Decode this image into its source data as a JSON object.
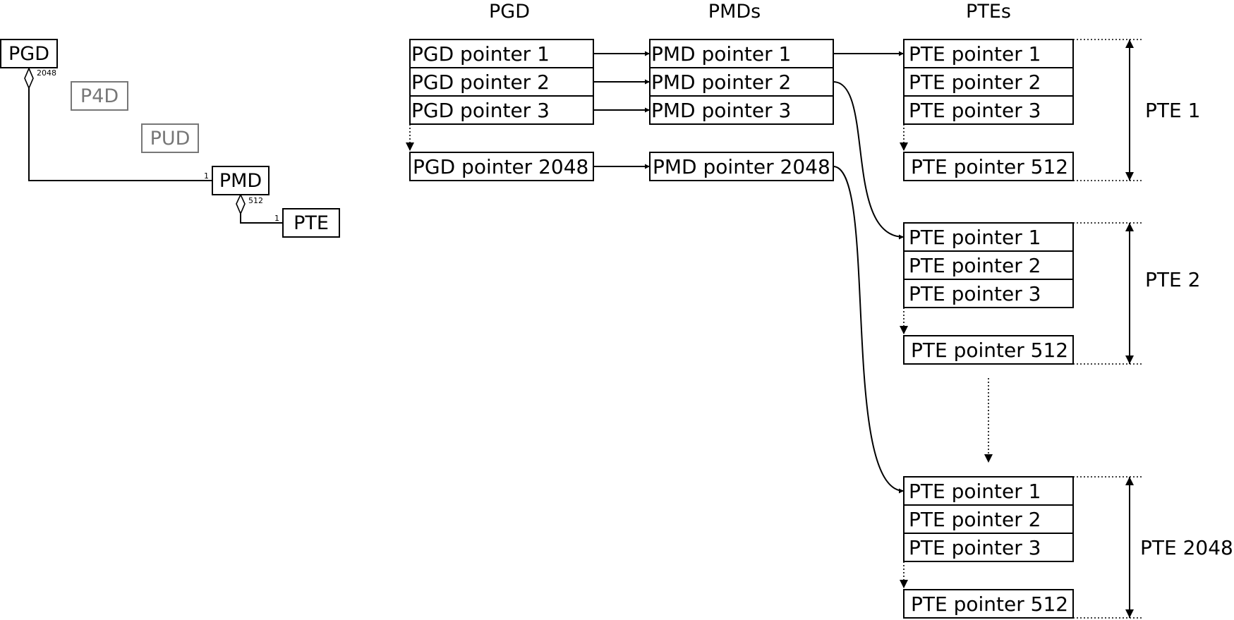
{
  "uml": {
    "pgd": "PGD",
    "p4d": "P4D",
    "pud": "PUD",
    "pmd": "PMD",
    "pte": "PTE",
    "pgd_multiplicity": "2048",
    "pmd_multiplicity_one": "1",
    "pmd_multiplicity": "512",
    "pte_multiplicity_one": "1"
  },
  "headers": {
    "pgd": "PGD",
    "pmds": "PMDs",
    "ptes": "PTEs"
  },
  "pgd_table": [
    "PGD pointer 1",
    "PGD pointer 2",
    "PGD pointer 3",
    "PGD pointer 2048"
  ],
  "pmd_table": [
    "PMD pointer 1",
    "PMD pointer 2",
    "PMD pointer 3",
    "PMD pointer 2048"
  ],
  "pte_tables": [
    {
      "label": "PTE 1",
      "cells": [
        "PTE pointer 1",
        "PTE pointer 2",
        "PTE pointer 3",
        "PTE pointer 512"
      ]
    },
    {
      "label": "PTE 2",
      "cells": [
        "PTE pointer 1",
        "PTE pointer 2",
        "PTE pointer 3",
        "PTE pointer 512"
      ]
    },
    {
      "label": "PTE 2048",
      "cells": [
        "PTE pointer 1",
        "PTE pointer 2",
        "PTE pointer 3",
        "PTE pointer 512"
      ]
    }
  ]
}
